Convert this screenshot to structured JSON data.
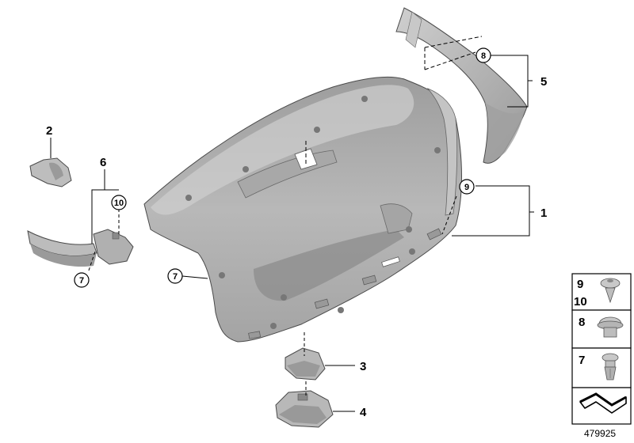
{
  "callouts": {
    "c1": "1",
    "c2": "2",
    "c3": "3",
    "c4": "4",
    "c5": "5",
    "c6": "6",
    "c7a": "7",
    "c7b": "7",
    "c8": "8",
    "c9": "9",
    "c10": "10"
  },
  "legend": [
    {
      "label": "9",
      "label2": "10",
      "icon": "push-rivet-icon"
    },
    {
      "label": "8",
      "icon": "expanding-rivet-icon"
    },
    {
      "label": "7",
      "icon": "clip-icon"
    },
    {
      "label": "",
      "icon": "direction-arrow-icon"
    }
  ],
  "image_id": "479925",
  "colors": {
    "part_fill": "#b9b9b9",
    "part_shade": "#8e8e8e",
    "part_light": "#d6d6d6",
    "frame": "#000000"
  }
}
